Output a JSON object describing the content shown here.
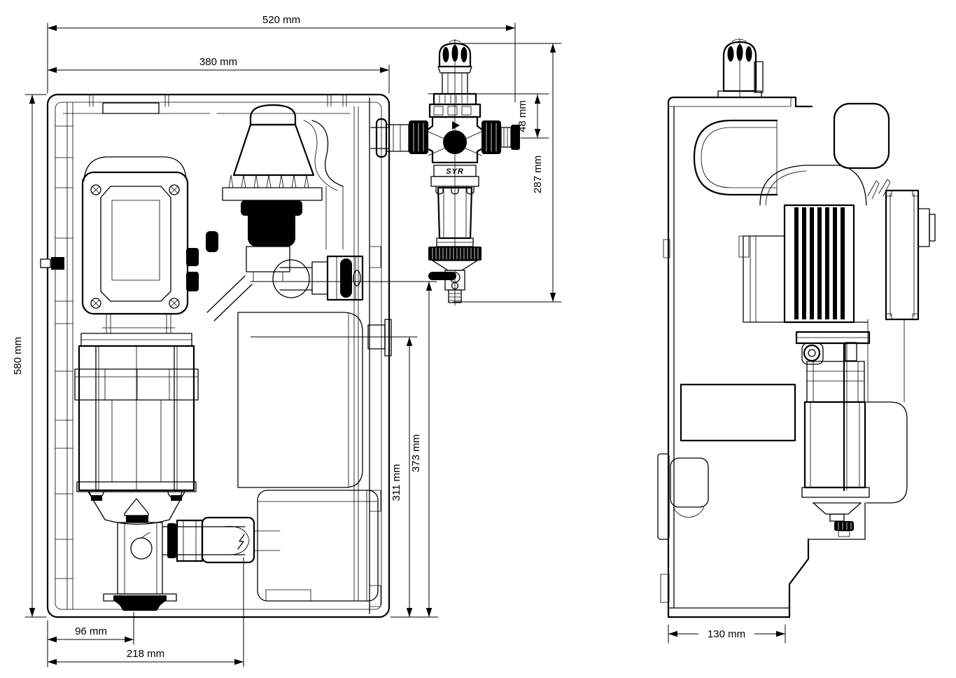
{
  "drawing": {
    "background_color": "#ffffff",
    "line_color": "#000000",
    "brand_logo": "SYR"
  },
  "dimensions": {
    "overall_width": {
      "label": "520 mm",
      "value": 520,
      "unit": "mm",
      "orientation": "horizontal"
    },
    "housing_width": {
      "label": "380 mm",
      "value": 380,
      "unit": "mm",
      "orientation": "horizontal"
    },
    "connection_drop": {
      "label": "48 mm",
      "value": 48,
      "unit": "mm",
      "orientation": "vertical"
    },
    "filter_height": {
      "label": "287 mm",
      "value": 287,
      "unit": "mm",
      "orientation": "vertical"
    },
    "overall_height": {
      "label": "580 mm",
      "value": 580,
      "unit": "mm",
      "orientation": "vertical"
    },
    "lower_port_height": {
      "label": "311 mm",
      "value": 311,
      "unit": "mm",
      "orientation": "vertical"
    },
    "upper_port_height": {
      "label": "373 mm",
      "value": 373,
      "unit": "mm",
      "orientation": "vertical"
    },
    "drain_offset": {
      "label": "96 mm",
      "value": 96,
      "unit": "mm",
      "orientation": "horizontal"
    },
    "overflow_offset": {
      "label": "218 mm",
      "value": 218,
      "unit": "mm",
      "orientation": "horizontal"
    },
    "depth": {
      "label": "130 mm",
      "value": 130,
      "unit": "mm",
      "orientation": "horizontal"
    }
  }
}
